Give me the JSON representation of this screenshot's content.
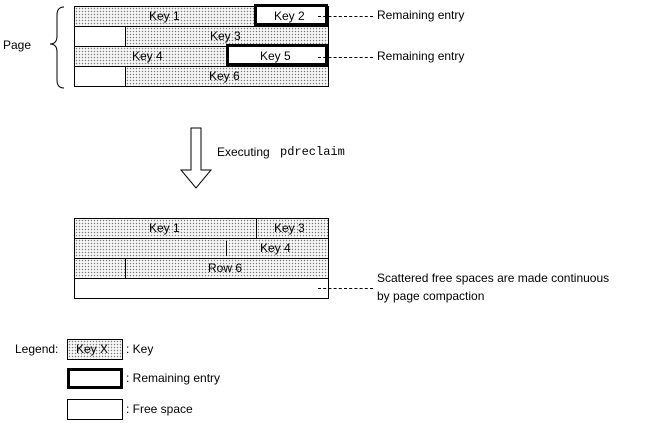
{
  "page_label": "Page",
  "before": {
    "row1": {
      "key1": "Key 1",
      "key2": "Key 2"
    },
    "row2": {
      "key3": "Key 3"
    },
    "row3": {
      "key4": "Key 4",
      "key5": "Key 5"
    },
    "row4": {
      "key6": "Key 6"
    }
  },
  "callouts": {
    "remaining_1": "Remaining entry",
    "remaining_2": "Remaining entry"
  },
  "transition": {
    "prefix": "Executing",
    "command": "pdreclaim"
  },
  "after": {
    "row1": {
      "key1": "Key 1",
      "key3": "Key 3"
    },
    "row2": {
      "key4": "Key 4"
    },
    "row3": {
      "row6": "Row 6"
    },
    "note_line1": "Scattered free spaces are made continuous",
    "note_line2": "by page compaction"
  },
  "legend": {
    "title": "Legend:",
    "sample_key": "Key X",
    "key_desc": ": Key",
    "remaining_desc": ": Remaining entry",
    "free_desc": ": Free space"
  }
}
